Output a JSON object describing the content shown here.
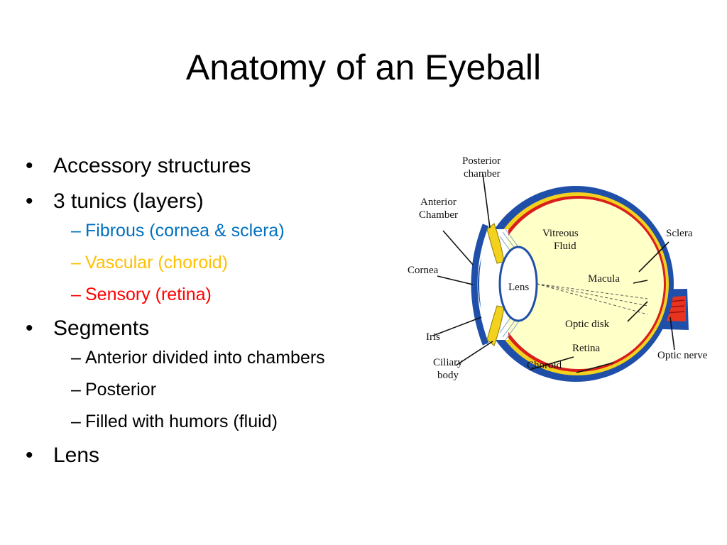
{
  "slide": {
    "title": "Anatomy of an Eyeball",
    "bullets": [
      {
        "text": "Accessory structures"
      },
      {
        "text": "3 tunics (layers)",
        "sub": [
          {
            "text": "Fibrous (cornea & sclera)",
            "color": "#0070C0"
          },
          {
            "text": "Vascular (choroid)",
            "color": "#FFC000"
          },
          {
            "text": "Sensory (retina)",
            "color": "#FF0000"
          }
        ]
      },
      {
        "text": "Segments",
        "sub": [
          {
            "text": "Anterior divided into chambers",
            "color": "#000000"
          },
          {
            "text": "Posterior",
            "color": "#000000"
          },
          {
            "text": "Filled with humors (fluid)",
            "color": "#000000"
          }
        ]
      },
      {
        "text": "Lens"
      }
    ]
  },
  "diagram": {
    "labels": {
      "posterior_chamber_1": "Posterior",
      "posterior_chamber_2": "chamber",
      "anterior_chamber_1": "Anterior",
      "anterior_chamber_2": "Chamber",
      "vitreous_1": "Vitreous",
      "vitreous_2": "Fluid",
      "sclera": "Sclera",
      "cornea": "Cornea",
      "lens": "Lens",
      "macula": "Macula",
      "optic_disk": "Optic disk",
      "iris": "Iris",
      "retina": "Retina",
      "ciliary_1": "Ciliary",
      "ciliary_2": "body",
      "choroid": "Choroid",
      "optic_nerve": "Optic nerve"
    },
    "colors": {
      "sclera": "#1F4FA8",
      "choroid": "#F2D21E",
      "retina": "#D91E1E",
      "vitreous": "#FFFFC8",
      "optic_nerve": "#E8331F"
    }
  }
}
